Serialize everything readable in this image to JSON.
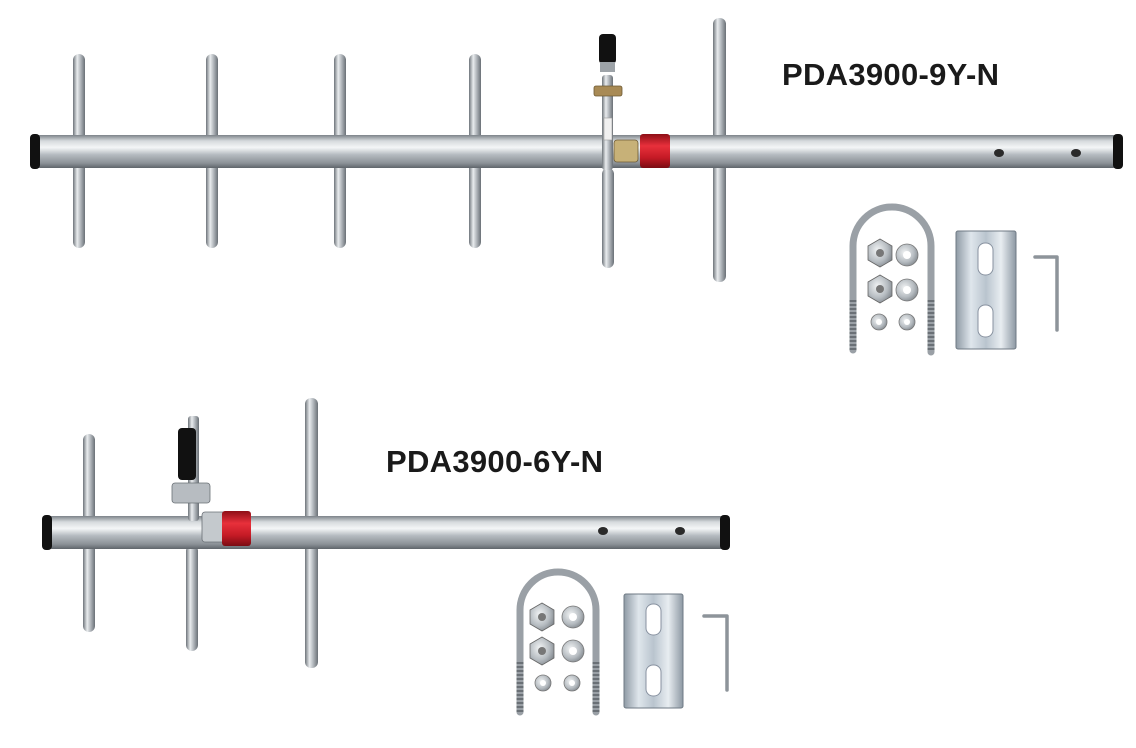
{
  "products": [
    {
      "id": "9y",
      "model_label": "PDA3900-9Y-N",
      "element_count": 6,
      "includes": [
        "boom",
        "dipole-feed",
        "red-n-connector",
        "u-bolt",
        "mount-plate",
        "nuts",
        "washers",
        "hex-key"
      ]
    },
    {
      "id": "6y",
      "model_label": "PDA3900-6Y-N",
      "element_count": 3,
      "includes": [
        "boom",
        "dipole-feed",
        "red-n-connector",
        "u-bolt",
        "mount-plate",
        "nuts",
        "washers",
        "hex-key"
      ]
    }
  ],
  "colors": {
    "background": "#ffffff",
    "aluminum_light": "#e6e9ec",
    "aluminum_mid": "#a9afb5",
    "aluminum_dark": "#6e747a",
    "connector_red": "#d81e2a",
    "end_cap": "#111111",
    "label_text": "#1a1a1a"
  }
}
